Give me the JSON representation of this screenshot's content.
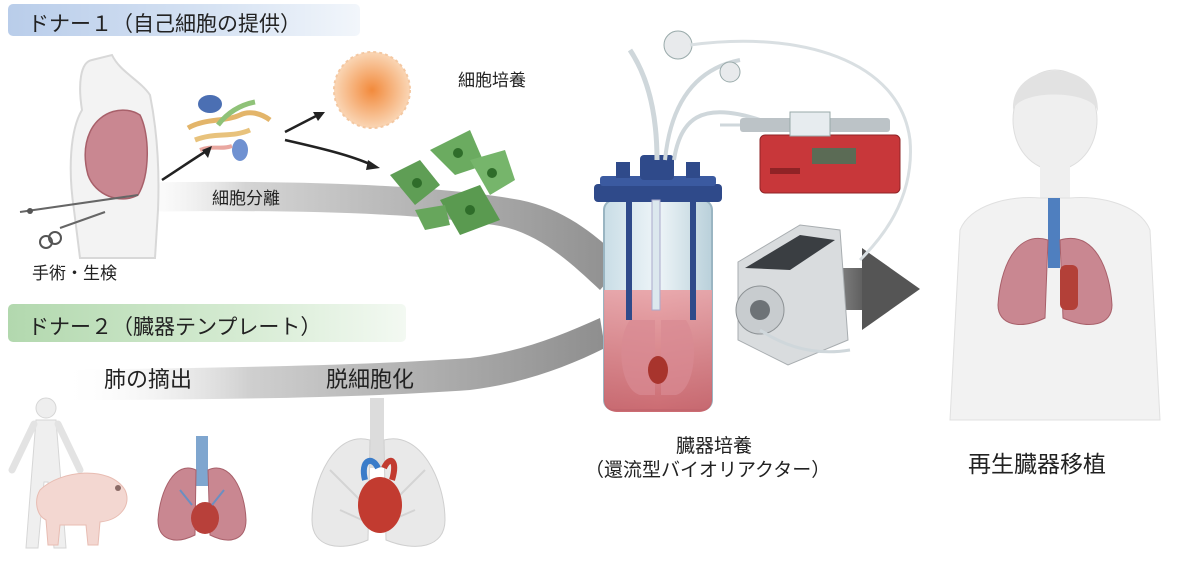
{
  "donor1": {
    "title": "ドナー１（自己細胞の提供）"
  },
  "donor2": {
    "title": "ドナー２（臓器テンプレート）"
  },
  "steps": {
    "surgery_biopsy": "手術・生検",
    "cell_isolation": "細胞分離",
    "cell_culture": "細胞培養",
    "lung_extraction": "肺の摘出",
    "decellularization": "脱細胞化",
    "organ_culture_line1": "臓器培養",
    "organ_culture_line2": "（還流型バイオリアクター）",
    "regenerative_transplant": "再生臓器移植"
  },
  "colors": {
    "donor1_band": "#b9cdea",
    "donor2_band": "#b2d8ae",
    "flow_arrow": "#9c9c9c",
    "lung": "#c98791",
    "cell_green": "#5f9e55",
    "pump_red": "#c8373a"
  },
  "icons": [
    "human-torso-icon",
    "forceps-icon",
    "mixed-cells-icon",
    "cell-spheroid-icon",
    "green-cells-icon",
    "human-pig-icon",
    "lung-icon",
    "decellularized-lung-icon",
    "bioreactor-icon",
    "syringe-pump-icon",
    "peristaltic-pump-icon",
    "recipient-woman-icon"
  ]
}
